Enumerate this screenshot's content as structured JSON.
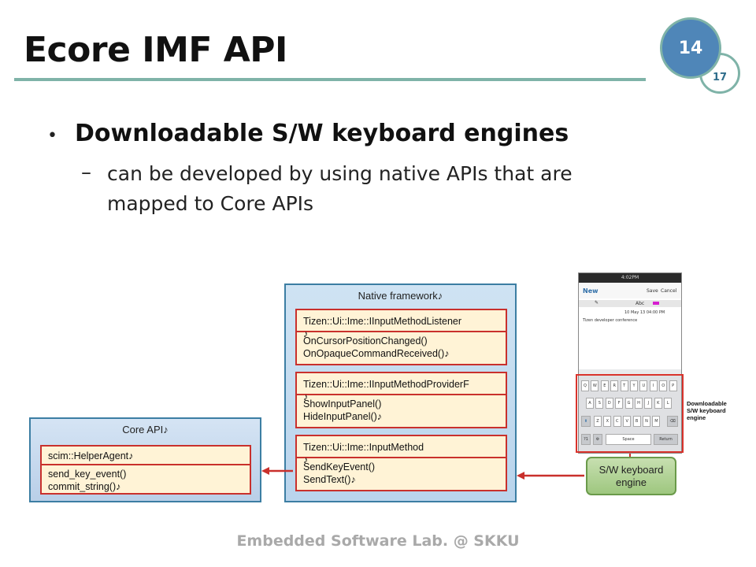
{
  "slide": {
    "title": "Ecore IMF API",
    "page_current": "14",
    "page_total": "17",
    "bullet_marker": "•",
    "bullet_heading": "Downloadable S/W keyboard engines",
    "sub_marker": "–",
    "sub_text": "can be developed by using native APIs that are mapped to Core APIs",
    "footer": "Embedded Software Lab. @ SKKU"
  },
  "diagram": {
    "native_framework": {
      "title": "Native framework♪",
      "classes": [
        {
          "header": "Tizen::Ui::Ime::IInputMethodListener",
          "header_tail": "♪",
          "methods": [
            "OnCursorPositionChanged()",
            "OnOpaqueCommandReceived()♪"
          ]
        },
        {
          "header": "Tizen::Ui::Ime::IInputMethodProviderF",
          "header_tail": "♪",
          "methods": [
            "ShowInputPanel()",
            "HideInputPanel()♪"
          ]
        },
        {
          "header": "Tizen::Ui::Ime::InputMethod",
          "header_tail": "♪",
          "methods": [
            "SendKeyEvent()",
            "SendText()♪"
          ]
        }
      ]
    },
    "core_api": {
      "title": "Core API♪",
      "class_header": "scim::HelperAgent♪",
      "methods": [
        "send_key_event()",
        "commit_string()♪"
      ]
    },
    "sw_engine": {
      "line1": "S/W keyboard",
      "line2": "engine"
    },
    "keyboard_label": [
      "Downloadable",
      "S/W keyboard",
      "engine"
    ],
    "phone": {
      "status": "4:02PM",
      "new_label": "New",
      "save": "Save",
      "cancel": "Cancel",
      "abc": "Abc",
      "date": "10 May 13 04:00 PM",
      "note": "Tizen developer conference",
      "space": "Space",
      "return": "Return",
      "row1": [
        "Q",
        "W",
        "E",
        "R",
        "T",
        "Y",
        "U",
        "I",
        "O",
        "P"
      ],
      "row2": [
        "A",
        "S",
        "D",
        "F",
        "G",
        "H",
        "J",
        "K",
        "L"
      ],
      "row3": [
        "Z",
        "X",
        "C",
        "V",
        "B",
        "N",
        "M"
      ]
    },
    "colors": {
      "class_border": "#c9302c",
      "class_fill": "#fff3d6",
      "panel_border": "#3c7ea3",
      "engine_fill": "#9ec77f"
    }
  }
}
